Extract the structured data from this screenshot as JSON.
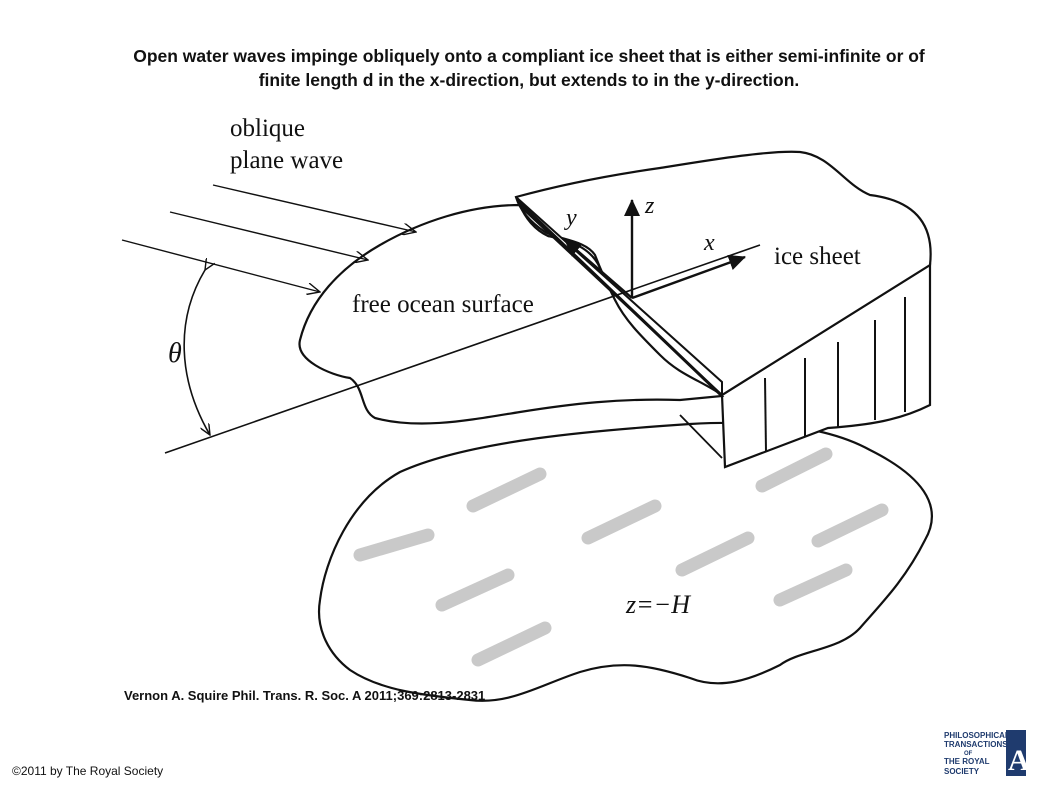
{
  "caption": {
    "line1": "Open water waves impinge obliquely onto a compliant ice sheet that is either semi-infinite or of",
    "line2": "finite length d in the x-direction, but extends to in the y-direction."
  },
  "diagram": {
    "labels": {
      "oblique": "oblique",
      "plane_wave": "plane wave",
      "free_ocean_surface": "free ocean surface",
      "ice_sheet": "ice sheet",
      "theta": "θ",
      "axis_x": "x",
      "axis_y": "y",
      "axis_z": "z",
      "seabed": "z=−H"
    },
    "colors": {
      "ink": "#111111",
      "seabed_dash": "#c9c9c9"
    }
  },
  "citation": "Vernon A. Squire Phil. Trans. R. Soc. A 2011;369:2813-2831",
  "copyright": "©2011 by The Royal Society",
  "logo": {
    "philosophical": "PHILOSOPHICAL",
    "transactions": "TRANSACTIONS",
    "of": "OF",
    "the_royal": "THE ROYAL",
    "society": "SOCIETY",
    "letter": "A"
  }
}
